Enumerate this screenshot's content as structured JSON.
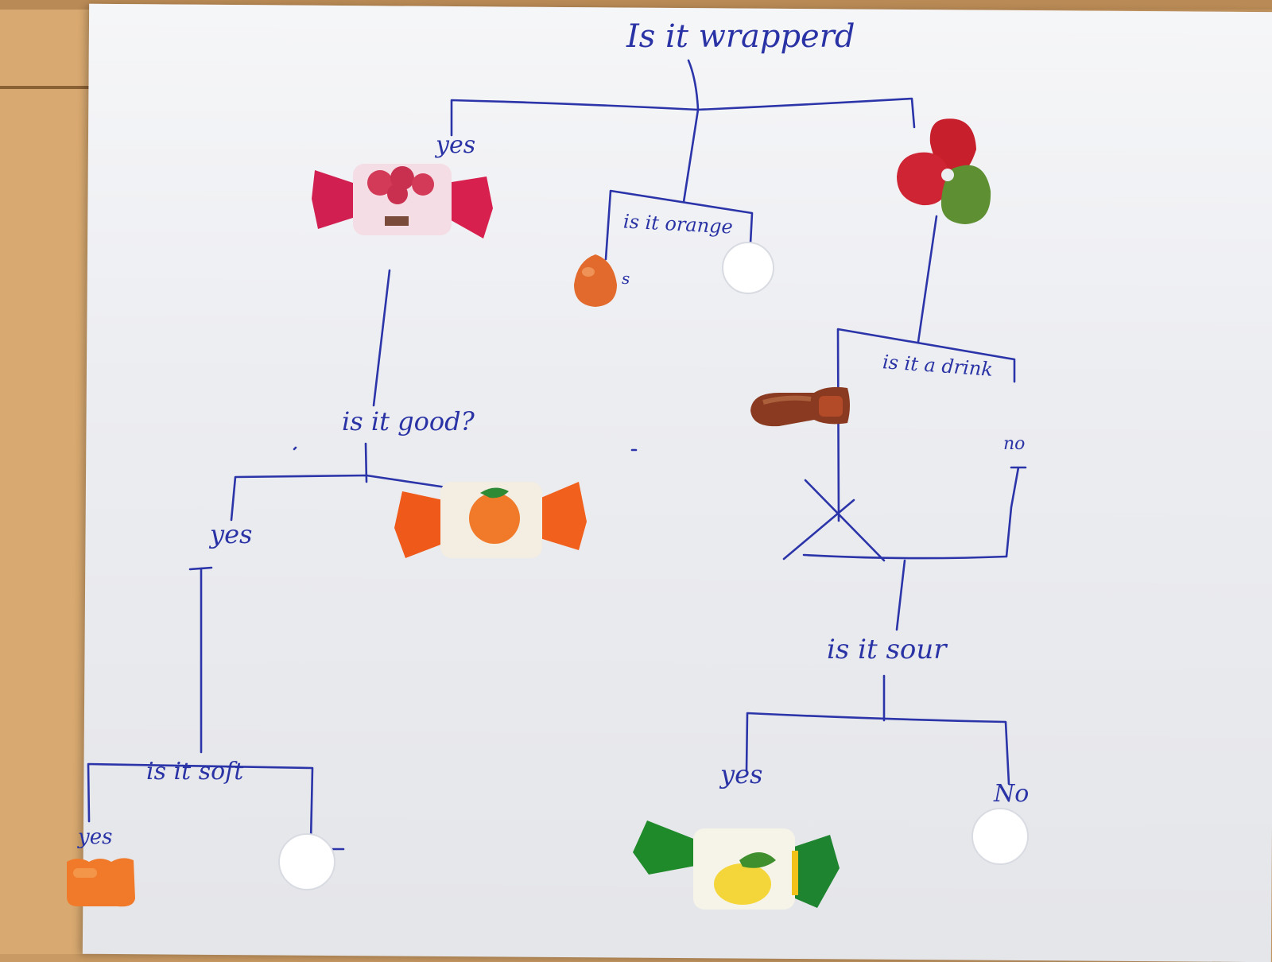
{
  "diagram": {
    "root_question": "Is it wrapperd",
    "colors": {
      "ink": "#2b34a8",
      "paper": "#ecedf1",
      "table": "#c99a63"
    },
    "labels": {
      "yes_top": "yes",
      "is_it_orange": "is it orange",
      "orange_yes_fragment": "s",
      "is_it_good": "is it good?",
      "good_yes": "yes",
      "is_it_soft": "is it soft",
      "soft_yes": "yes",
      "is_it_a_drink": "is it a drink",
      "drink_no": "no",
      "is_it_sour": "is it sour",
      "sour_yes": "yes",
      "sour_no": "No"
    },
    "candies": [
      {
        "name": "raspberry-wrapped-sweet",
        "kind": "wrapped",
        "wrapper_color": "#d21f52"
      },
      {
        "name": "orange-jelly-sweet",
        "kind": "jelly",
        "color": "#e26a2c"
      },
      {
        "name": "white-mint",
        "kind": "mint",
        "color": "#ffffff"
      },
      {
        "name": "strawberry-jelly",
        "kind": "jelly",
        "color": "#c81f2c"
      },
      {
        "name": "cola-bottle-jelly",
        "kind": "jelly",
        "color": "#8a3a20"
      },
      {
        "name": "orange-wrapped-sweet",
        "kind": "wrapped",
        "wrapper_color": "#ef5a1a"
      },
      {
        "name": "orange-gummy",
        "kind": "jelly",
        "color": "#f07a2a"
      },
      {
        "name": "white-mint",
        "kind": "mint",
        "color": "#ffffff"
      },
      {
        "name": "lemon-wrapped-sweet",
        "kind": "wrapped",
        "wrapper_color": "#1e8a2a"
      },
      {
        "name": "white-mint",
        "kind": "mint",
        "color": "#ffffff"
      }
    ]
  }
}
